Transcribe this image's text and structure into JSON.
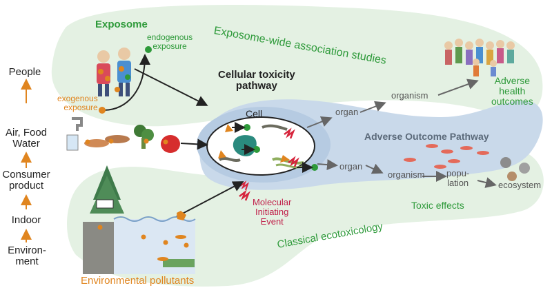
{
  "left_chain": [
    "People",
    "Air, Food\nWater",
    "Consumer\nproduct",
    "Indoor",
    "Environ-\nment"
  ],
  "exposome": {
    "title": "Exposome",
    "endogenous": "endogenous\nexposure",
    "exogenous": "exogenous\nexposure",
    "association_studies": "Exposome-wide association studies"
  },
  "cellular": {
    "title": "Cellular toxicity\npathway",
    "cell": "Cell"
  },
  "upper_path": {
    "organ": "organ",
    "organism": "organism",
    "outcome": "Adverse\nhealth\noutcomes"
  },
  "aop": {
    "title": "Adverse Outcome Pathway",
    "organ": "organ",
    "organism": "organism",
    "population": "popu-\nlation",
    "ecosystem": "ecosystem",
    "toxic_effects": "Toxic effects"
  },
  "mie": "Molecular\nInitiating\nEvent",
  "classical": "Classical ecotoxicology",
  "pollutants": "Environmental pollutants",
  "colors": {
    "green_label": "#2e9a3a",
    "orange_label": "#e0851f",
    "blob_green": "#e4f1e3",
    "blob_blue": "#c9d9ea",
    "mie_red": "#d6243c"
  }
}
